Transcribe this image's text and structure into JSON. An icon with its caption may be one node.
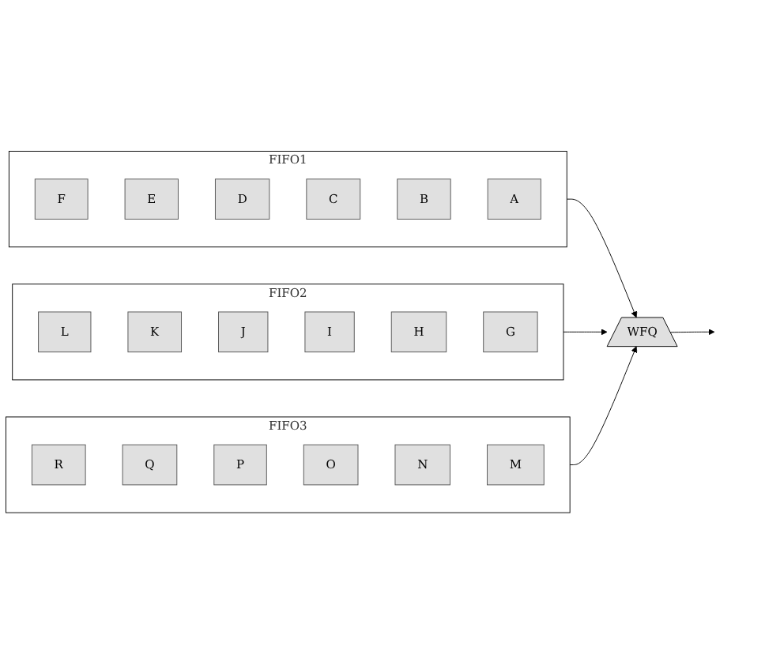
{
  "diagram": {
    "nodes": [
      {
        "text": [
          "FIFO1"
        ]
      },
      {
        "text": [
          "F"
        ],
        "in": 0
      },
      {
        "text": [
          "E"
        ],
        "in": 0
      },
      {
        "text": [
          "D"
        ],
        "in": 0
      },
      {
        "text": [
          "C"
        ],
        "in": 0
      },
      {
        "text": [
          "B"
        ],
        "in": 0
      },
      {
        "text": [
          "A"
        ],
        "in": 0
      },
      {
        "text": [
          "FIFO2"
        ]
      },
      {
        "text": [
          "L"
        ],
        "in": 7
      },
      {
        "text": [
          "K"
        ],
        "in": 7
      },
      {
        "text": [
          "J"
        ],
        "in": 7
      },
      {
        "text": [
          "I"
        ],
        "in": 7
      },
      {
        "text": [
          "H"
        ],
        "in": 7
      },
      {
        "text": [
          "G"
        ],
        "in": 7
      },
      {
        "text": [
          "FIFO3"
        ]
      },
      {
        "text": [
          "R"
        ],
        "in": 14
      },
      {
        "text": [
          "Q"
        ],
        "in": 14
      },
      {
        "text": [
          "P"
        ],
        "in": 14
      },
      {
        "text": [
          "O"
        ],
        "in": 14
      },
      {
        "text": [
          "N"
        ],
        "in": 14
      },
      {
        "text": [
          "M"
        ],
        "in": 14
      },
      {
        "text": [
          "WFQ"
        ]
      }
    ],
    "edges": [
      {
        "from": 0,
        "to": 21,
        "arrow": "to"
      },
      {
        "from": 7,
        "to": 21,
        "arrow": "to"
      },
      {
        "from": 14,
        "to": 21,
        "arrow": "to"
      },
      {
        "from": 21,
        "to": null,
        "arrow": "to"
      }
    ]
  }
}
